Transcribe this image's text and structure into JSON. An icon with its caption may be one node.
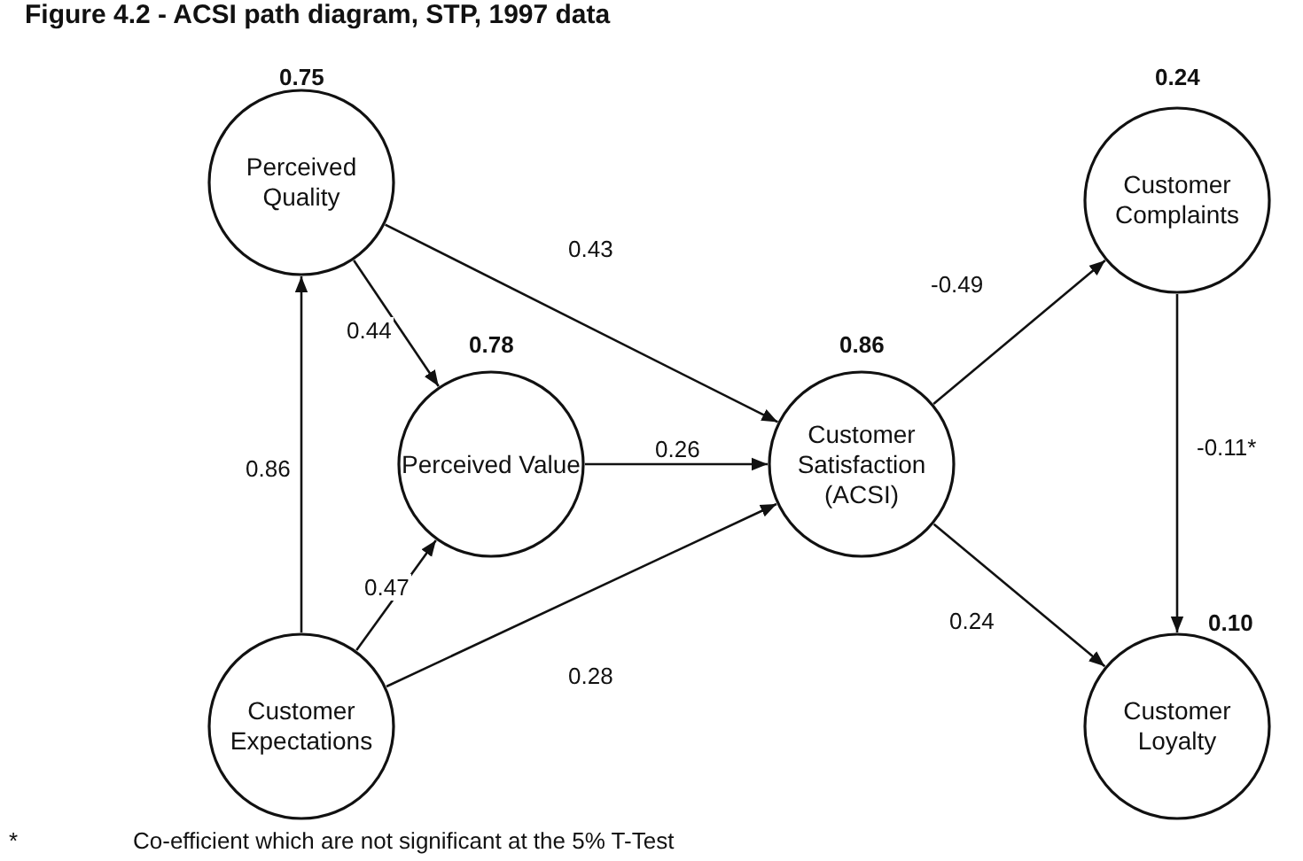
{
  "diagram": {
    "title": "Figure 4.2 - ACSI path diagram, STP, 1997 data",
    "nodes": [
      {
        "text": [
          "Perceived Quality"
        ],
        "beside": [
          "0.75"
        ]
      },
      {
        "text": [
          "Perceived Value"
        ],
        "beside": [
          "0.78"
        ]
      },
      {
        "text": [
          "Customer Satisfaction (ACSI)"
        ],
        "beside": [
          "0.86"
        ]
      },
      {
        "text": [
          "Customer Complaints"
        ],
        "beside": [
          "0.24"
        ]
      },
      {
        "text": [
          "Customer Expectations"
        ]
      },
      {
        "text": [
          "Customer Loyalty"
        ],
        "beside": [
          "0.10"
        ]
      }
    ],
    "edges": [
      {
        "from": 4,
        "to": 0,
        "arrow": "to",
        "label": "0.86"
      },
      {
        "from": 0,
        "to": 1,
        "arrow": "to",
        "label": "0.44"
      },
      {
        "from": 4,
        "to": 1,
        "arrow": "to",
        "label": "0.47"
      },
      {
        "from": 0,
        "to": 2,
        "arrow": "to",
        "label": "0.43"
      },
      {
        "from": 1,
        "to": 2,
        "arrow": "to",
        "label": "0.26"
      },
      {
        "from": 4,
        "to": 2,
        "arrow": "to",
        "label": "0.28"
      },
      {
        "from": 2,
        "to": 3,
        "arrow": "to",
        "label": "-0.49"
      },
      {
        "from": 2,
        "to": 5,
        "arrow": "to",
        "label": "0.24"
      },
      {
        "from": 3,
        "to": 5,
        "arrow": "to",
        "label": "-0.11*"
      }
    ],
    "labels": [
      "*",
      "Co-efficient which are not significant at the 5% T-Test"
    ]
  }
}
